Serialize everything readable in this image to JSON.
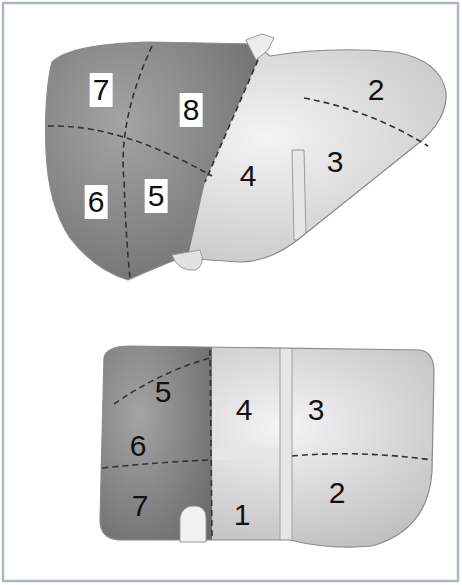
{
  "diagram": {
    "labels": [
      "7",
      "8",
      "2",
      "6",
      "5",
      "4",
      "3",
      "5",
      "4",
      "3",
      "6",
      "7",
      "1",
      "2"
    ]
  }
}
